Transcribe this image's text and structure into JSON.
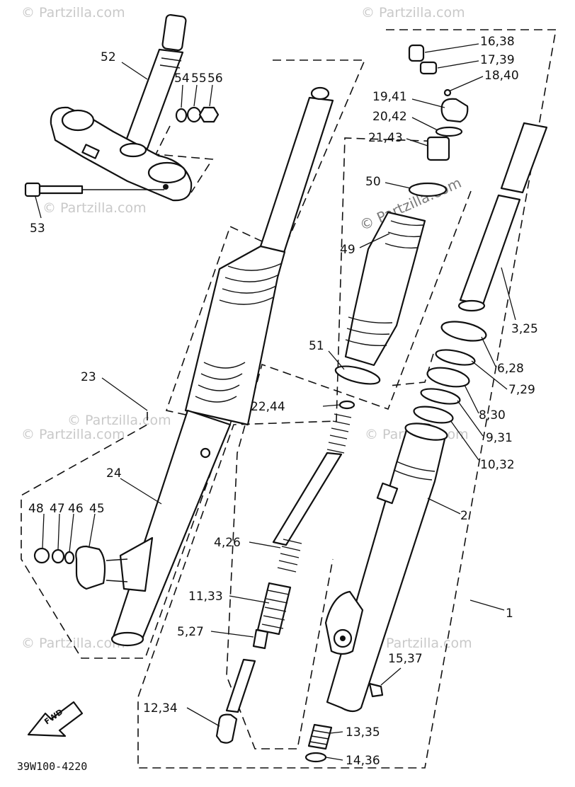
{
  "watermarks": {
    "text": "© Partzilla.com",
    "center_text": "© Partzilla.com"
  },
  "diagram_code": "39W100-4220",
  "fwd_label": "FWD",
  "callouts": [
    {
      "id": "c52",
      "label": "52"
    },
    {
      "id": "c54",
      "label": "54"
    },
    {
      "id": "c55",
      "label": "55"
    },
    {
      "id": "c56",
      "label": "56"
    },
    {
      "id": "c53",
      "label": "53"
    },
    {
      "id": "c16",
      "label": "16,38"
    },
    {
      "id": "c17",
      "label": "17,39"
    },
    {
      "id": "c18",
      "label": "18,40"
    },
    {
      "id": "c19",
      "label": "19,41"
    },
    {
      "id": "c20",
      "label": "20,42"
    },
    {
      "id": "c21",
      "label": "21,43"
    },
    {
      "id": "c50",
      "label": "50"
    },
    {
      "id": "c49",
      "label": "49"
    },
    {
      "id": "c3",
      "label": "3,25"
    },
    {
      "id": "c51",
      "label": "51"
    },
    {
      "id": "c6",
      "label": "6,28"
    },
    {
      "id": "c7",
      "label": "7,29"
    },
    {
      "id": "c23",
      "label": "23"
    },
    {
      "id": "c22",
      "label": "22,44"
    },
    {
      "id": "c8",
      "label": "8,30"
    },
    {
      "id": "c9",
      "label": "9,31"
    },
    {
      "id": "c10",
      "label": "10,32"
    },
    {
      "id": "c24",
      "label": "24"
    },
    {
      "id": "c2",
      "label": "2"
    },
    {
      "id": "c48",
      "label": "48"
    },
    {
      "id": "c47",
      "label": "47"
    },
    {
      "id": "c46",
      "label": "46"
    },
    {
      "id": "c45",
      "label": "45"
    },
    {
      "id": "c4",
      "label": "4,26"
    },
    {
      "id": "c11",
      "label": "11,33"
    },
    {
      "id": "c1",
      "label": "1"
    },
    {
      "id": "c5",
      "label": "5,27"
    },
    {
      "id": "c15",
      "label": "15,37"
    },
    {
      "id": "c12",
      "label": "12,34"
    },
    {
      "id": "c13",
      "label": "13,35"
    },
    {
      "id": "c14",
      "label": "14,36"
    }
  ]
}
